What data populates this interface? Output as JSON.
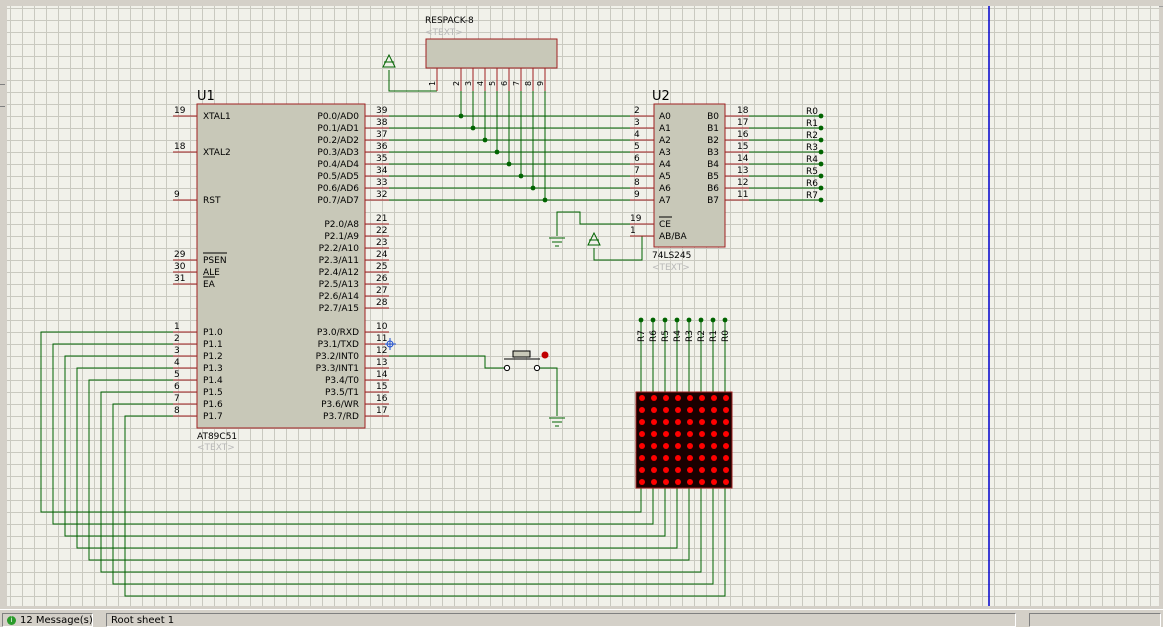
{
  "statusbar": {
    "messages": "12 Message(s)",
    "sheet": "Root sheet 1"
  },
  "colors": {
    "wire": "#006400",
    "body_fill": "#c8c8b8",
    "body_stroke": "#a02020",
    "pin_stroke": "#a02020",
    "text": "#000000",
    "ghost_text": "#b8b8b8",
    "margin_line": "#0000cc",
    "led": "#ff0000",
    "matrix_bg": "#1a0000"
  },
  "icons": {
    "messages": "info-icon",
    "probe": "cursor-probe-icon"
  },
  "u1": {
    "ref": "U1",
    "part": "AT89C51",
    "ghost": "<TEXT>",
    "left_pins": [
      {
        "num": "19",
        "name": "XTAL1",
        "bar": false
      },
      {
        "num": "18",
        "name": "XTAL2",
        "bar": false
      },
      {
        "num": "9",
        "name": "RST",
        "bar": false
      },
      {
        "num": "29",
        "name": "PSEN",
        "bar": true
      },
      {
        "num": "30",
        "name": "ALE",
        "bar": false
      },
      {
        "num": "31",
        "name": "EA",
        "bar": true
      },
      {
        "num": "1",
        "name": "P1.0",
        "bar": false
      },
      {
        "num": "2",
        "name": "P1.1",
        "bar": false
      },
      {
        "num": "3",
        "name": "P1.2",
        "bar": false
      },
      {
        "num": "4",
        "name": "P1.3",
        "bar": false
      },
      {
        "num": "5",
        "name": "P1.4",
        "bar": false
      },
      {
        "num": "6",
        "name": "P1.5",
        "bar": false
      },
      {
        "num": "7",
        "name": "P1.6",
        "bar": false
      },
      {
        "num": "8",
        "name": "P1.7",
        "bar": false
      }
    ],
    "right_pins": [
      {
        "num": "39",
        "name": "P0.0/AD0"
      },
      {
        "num": "38",
        "name": "P0.1/AD1"
      },
      {
        "num": "37",
        "name": "P0.2/AD2"
      },
      {
        "num": "36",
        "name": "P0.3/AD3"
      },
      {
        "num": "35",
        "name": "P0.4/AD4"
      },
      {
        "num": "34",
        "name": "P0.5/AD5"
      },
      {
        "num": "33",
        "name": "P0.6/AD6"
      },
      {
        "num": "32",
        "name": "P0.7/AD7"
      },
      {
        "num": "21",
        "name": "P2.0/A8"
      },
      {
        "num": "22",
        "name": "P2.1/A9"
      },
      {
        "num": "23",
        "name": "P2.2/A10"
      },
      {
        "num": "24",
        "name": "P2.3/A11"
      },
      {
        "num": "25",
        "name": "P2.4/A12"
      },
      {
        "num": "26",
        "name": "P2.5/A13"
      },
      {
        "num": "27",
        "name": "P2.6/A14"
      },
      {
        "num": "28",
        "name": "P2.7/A15"
      },
      {
        "num": "10",
        "name": "P3.0/RXD"
      },
      {
        "num": "11",
        "name": "P3.1/TXD"
      },
      {
        "num": "12",
        "name": "P3.2/INT0"
      },
      {
        "num": "13",
        "name": "P3.3/INT1"
      },
      {
        "num": "14",
        "name": "P3.4/T0"
      },
      {
        "num": "15",
        "name": "P3.5/T1"
      },
      {
        "num": "16",
        "name": "P3.6/WR"
      },
      {
        "num": "17",
        "name": "P3.7/RD"
      }
    ]
  },
  "u2": {
    "ref": "U2",
    "part": "74LS245",
    "ghost": "<TEXT>",
    "a_pins": [
      {
        "num": "2",
        "name": "A0"
      },
      {
        "num": "3",
        "name": "A1"
      },
      {
        "num": "4",
        "name": "A2"
      },
      {
        "num": "5",
        "name": "A3"
      },
      {
        "num": "6",
        "name": "A4"
      },
      {
        "num": "7",
        "name": "A5"
      },
      {
        "num": "8",
        "name": "A6"
      },
      {
        "num": "9",
        "name": "A7"
      }
    ],
    "b_pins": [
      {
        "num": "18",
        "name": "B0",
        "net": "R0"
      },
      {
        "num": "17",
        "name": "B1",
        "net": "R1"
      },
      {
        "num": "16",
        "name": "B2",
        "net": "R2"
      },
      {
        "num": "15",
        "name": "B3",
        "net": "R3"
      },
      {
        "num": "14",
        "name": "B4",
        "net": "R4"
      },
      {
        "num": "13",
        "name": "B5",
        "net": "R5"
      },
      {
        "num": "12",
        "name": "B6",
        "net": "R6"
      },
      {
        "num": "11",
        "name": "B7",
        "net": "R7"
      }
    ],
    "ctrl_pins": [
      {
        "num": "19",
        "name": "CE",
        "bar": true
      },
      {
        "num": "1",
        "name": "AB/BA",
        "bar": false
      }
    ]
  },
  "respack": {
    "ref": "RESPACK-8",
    "ghost": "<TEXT>",
    "pins": [
      "1",
      "2",
      "3",
      "4",
      "5",
      "6",
      "7",
      "8",
      "9"
    ]
  },
  "matrix": {
    "labels": [
      "R7",
      "R6",
      "R5",
      "R4",
      "R3",
      "R2",
      "R1",
      "R0"
    ],
    "rows": 8,
    "cols": 8
  }
}
